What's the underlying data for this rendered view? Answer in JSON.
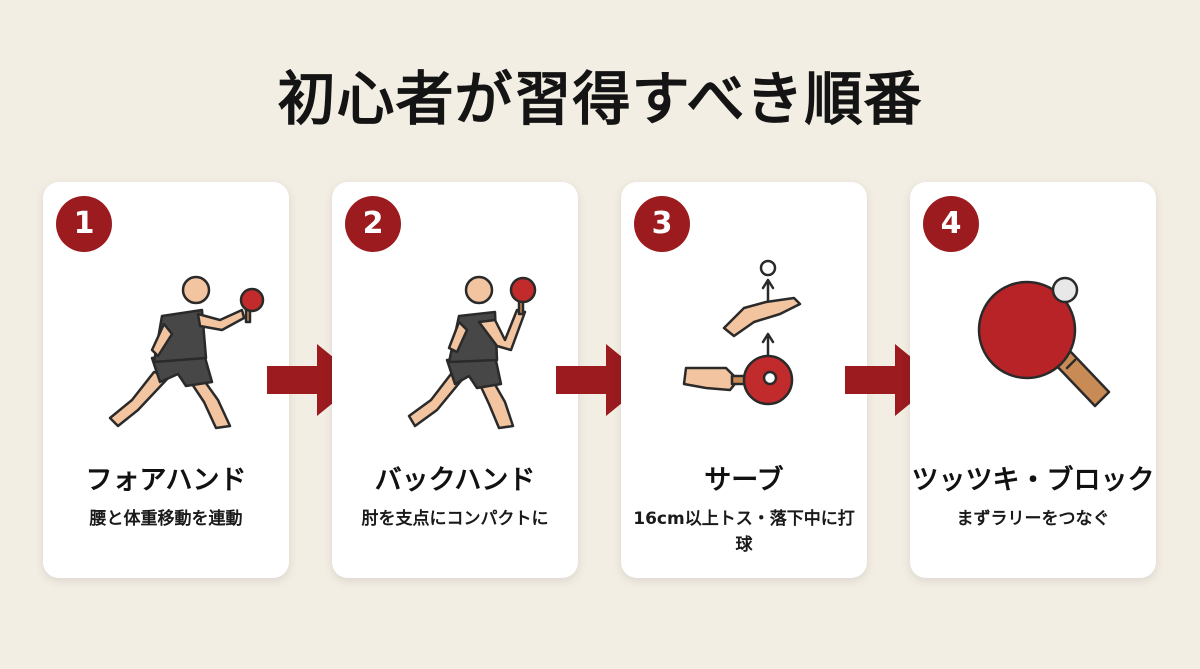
{
  "title": "初心者が習得すべき順番",
  "colors": {
    "accent": "#9b1b1f",
    "background": "#f3eee4",
    "card": "#ffffff"
  },
  "steps": [
    {
      "number": "1",
      "title": "フォアハンド",
      "description": "腰と体重移動を連動",
      "icon": "forehand-player-icon"
    },
    {
      "number": "2",
      "title": "バックハンド",
      "description": "肘を支点にコンパクトに",
      "icon": "backhand-player-icon"
    },
    {
      "number": "3",
      "title": "サーブ",
      "description": "16cm以上トス・落下中に打球",
      "icon": "serve-toss-icon"
    },
    {
      "number": "4",
      "title": "ツッツキ・ブロック",
      "description": "まずラリーをつなぐ",
      "icon": "paddle-ball-icon"
    }
  ]
}
